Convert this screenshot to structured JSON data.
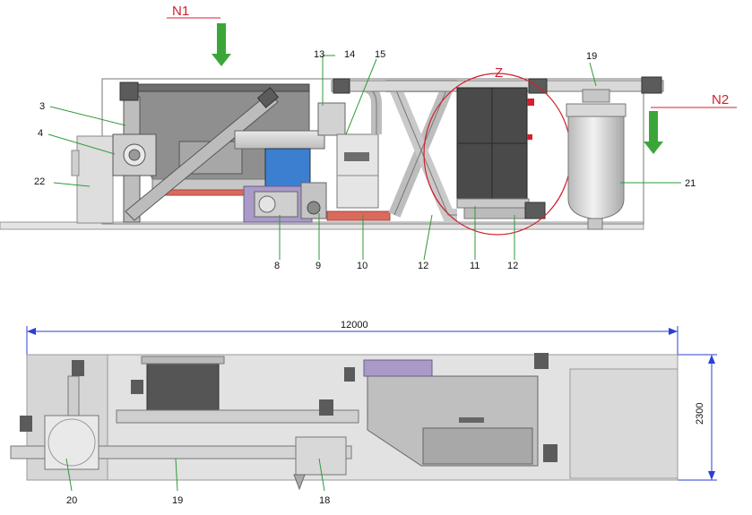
{
  "views": {
    "side": {
      "labels": {
        "n1": "N1",
        "n2": "N2",
        "z": "Z",
        "l3": "3",
        "l4": "4",
        "l22": "22",
        "l13": "13",
        "l14": "14",
        "l15": "15",
        "l19": "19",
        "l21": "21",
        "l8": "8",
        "l9": "9",
        "l10": "10",
        "l12a": "12",
        "l11": "11",
        "l12b": "12"
      }
    },
    "plan": {
      "labels": {
        "width": "12000",
        "depth": "2300",
        "l20": "20",
        "l19": "19",
        "l18": "18"
      }
    }
  },
  "colors": {
    "arrow_green": "#3aa63a",
    "label_red": "#d2202e",
    "leader_green": "#2f9a3a",
    "dimension_blue": "#2b3fd6",
    "motor_blue": "#3c7fd1",
    "frame_gray": "#c9c9c9",
    "dark_panel": "#4a4a4a",
    "frame_purple": "#a99ac7"
  }
}
